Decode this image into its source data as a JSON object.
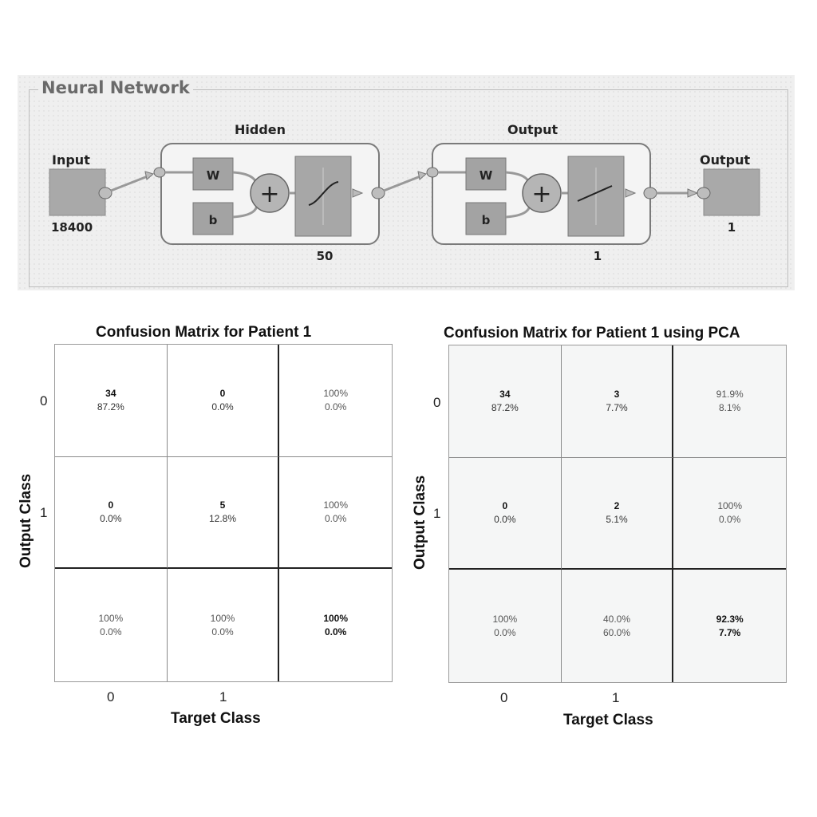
{
  "network": {
    "title": "Neural Network",
    "input": {
      "label": "Input",
      "size": "18400"
    },
    "hidden": {
      "label": "Hidden",
      "weight": "W",
      "bias": "b",
      "units": "50",
      "transfer": "sigmoid-icon"
    },
    "output_layer": {
      "label": "Output",
      "weight": "W",
      "bias": "b",
      "units": "1",
      "transfer": "linear-icon"
    },
    "output": {
      "label": "Output",
      "size": "1"
    }
  },
  "chart_data": [
    {
      "type": "table",
      "title": "Confusion Matrix for Patient 1",
      "xlabel": "Target Class",
      "ylabel": "Output Class",
      "x_ticks": [
        "0",
        "1"
      ],
      "y_ticks": [
        "0",
        "1"
      ],
      "cells": [
        [
          {
            "count": "34",
            "pct": "87.2%"
          },
          {
            "count": "0",
            "pct": "0.0%"
          },
          {
            "top": "100%",
            "bottom": "0.0%"
          }
        ],
        [
          {
            "count": "0",
            "pct": "0.0%"
          },
          {
            "count": "5",
            "pct": "12.8%"
          },
          {
            "top": "100%",
            "bottom": "0.0%"
          }
        ],
        [
          {
            "top": "100%",
            "bottom": "0.0%"
          },
          {
            "top": "100%",
            "bottom": "0.0%"
          },
          {
            "top": "100%",
            "bottom": "0.0%"
          }
        ]
      ],
      "background": "#ffffff"
    },
    {
      "type": "table",
      "title": "Confusion Matrix for Patient 1 using PCA",
      "xlabel": "Target Class",
      "ylabel": "Output Class",
      "x_ticks": [
        "0",
        "1"
      ],
      "y_ticks": [
        "0",
        "1"
      ],
      "cells": [
        [
          {
            "count": "34",
            "pct": "87.2%"
          },
          {
            "count": "3",
            "pct": "7.7%"
          },
          {
            "top": "91.9%",
            "bottom": "8.1%"
          }
        ],
        [
          {
            "count": "0",
            "pct": "0.0%"
          },
          {
            "count": "2",
            "pct": "5.1%"
          },
          {
            "top": "100%",
            "bottom": "0.0%"
          }
        ],
        [
          {
            "top": "100%",
            "bottom": "0.0%"
          },
          {
            "top": "40.0%",
            "bottom": "60.0%"
          },
          {
            "top": "92.3%",
            "bottom": "7.7%"
          }
        ]
      ],
      "background": "#f5f6f6"
    }
  ]
}
